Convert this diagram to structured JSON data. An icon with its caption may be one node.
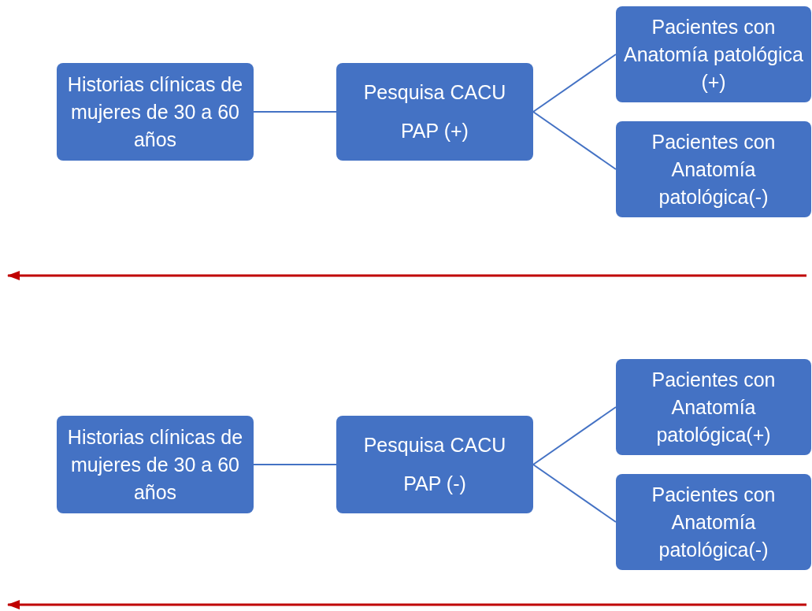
{
  "diagram": {
    "nodes": [
      {
        "text": [
          "Historias clínicas de mujeres de 30 a 60 años"
        ]
      },
      {
        "text": [
          "Pesquisa CACU",
          "PAP (+)"
        ]
      },
      {
        "text": [
          "Pacientes con Anatomía patológica (+)"
        ]
      },
      {
        "text": [
          "Pacientes con Anatomía patológica(-)"
        ]
      },
      {
        "text": [
          "Historias clínicas de mujeres de 30 a 60 años"
        ]
      },
      {
        "text": [
          "Pesquisa CACU",
          "PAP (-)"
        ]
      },
      {
        "text": [
          "Pacientes con Anatomía patológica(+)"
        ]
      },
      {
        "text": [
          "Pacientes con Anatomía patológica(-)"
        ]
      }
    ],
    "edges": [
      {
        "from": 0,
        "to": 1,
        "arrow": "none"
      },
      {
        "from": 1,
        "to": 2,
        "arrow": "none"
      },
      {
        "from": 1,
        "to": 3,
        "arrow": "none"
      },
      {
        "from": 4,
        "to": 5,
        "arrow": "none"
      },
      {
        "from": 5,
        "to": 6,
        "arrow": "none"
      },
      {
        "from": 5,
        "to": 7,
        "arrow": "none"
      }
    ]
  }
}
